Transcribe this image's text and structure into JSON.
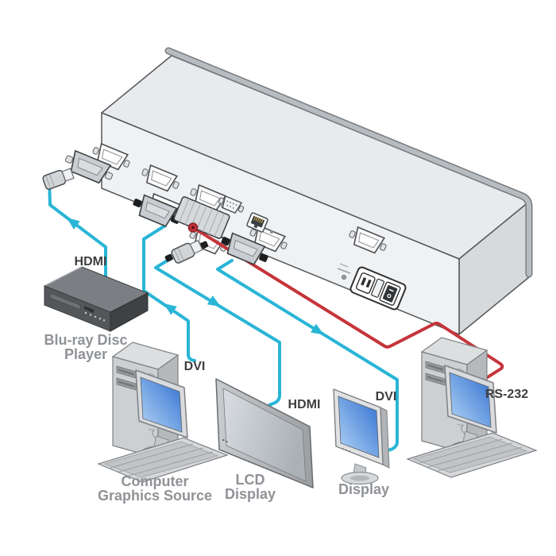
{
  "diagram_type": "av-switcher-connection-diagram",
  "colors": {
    "video_cable": "#29b5d6",
    "control_cable": "#c6343a",
    "label_text": "#3e3e40",
    "caption_text": "#8f9296"
  },
  "connections": [
    {
      "id": "bluray-hdmi",
      "cable": "video",
      "label": "HDMI",
      "role": "source",
      "device": [
        "Blu-ray Disc",
        "Player"
      ]
    },
    {
      "id": "computer-dvi",
      "cable": "video",
      "label": "DVI",
      "role": "source",
      "device": [
        "Computer",
        "Graphics Source"
      ]
    },
    {
      "id": "lcd-hdmi",
      "cable": "video",
      "label": "HDMI",
      "role": "display",
      "device": [
        "LCD",
        "Display"
      ]
    },
    {
      "id": "display-dvi",
      "cable": "video",
      "label": "DVI",
      "role": "display",
      "device": [
        "Display"
      ]
    },
    {
      "id": "pc-rs232",
      "cable": "control",
      "label": "RS-232",
      "role": "control",
      "device": []
    }
  ]
}
